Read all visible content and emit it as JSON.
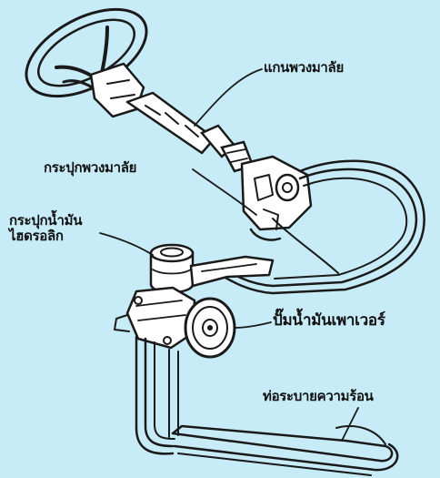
{
  "labels": {
    "steering_column": "แกนพวงมาลัย",
    "steering_gear": "กระปุกพวงมาลัย",
    "reservoir_line1": "กระปุกน้ำมัน",
    "reservoir_line2": "ไฮดรอลิก",
    "pump": "ปั๊มน้ำมันเพาเวอร์",
    "cooler": "ท่อระบายความร้อน"
  },
  "colors": {
    "background": "#c8ecf7",
    "line": "#1a1a1a",
    "fill": "#ffffff"
  }
}
